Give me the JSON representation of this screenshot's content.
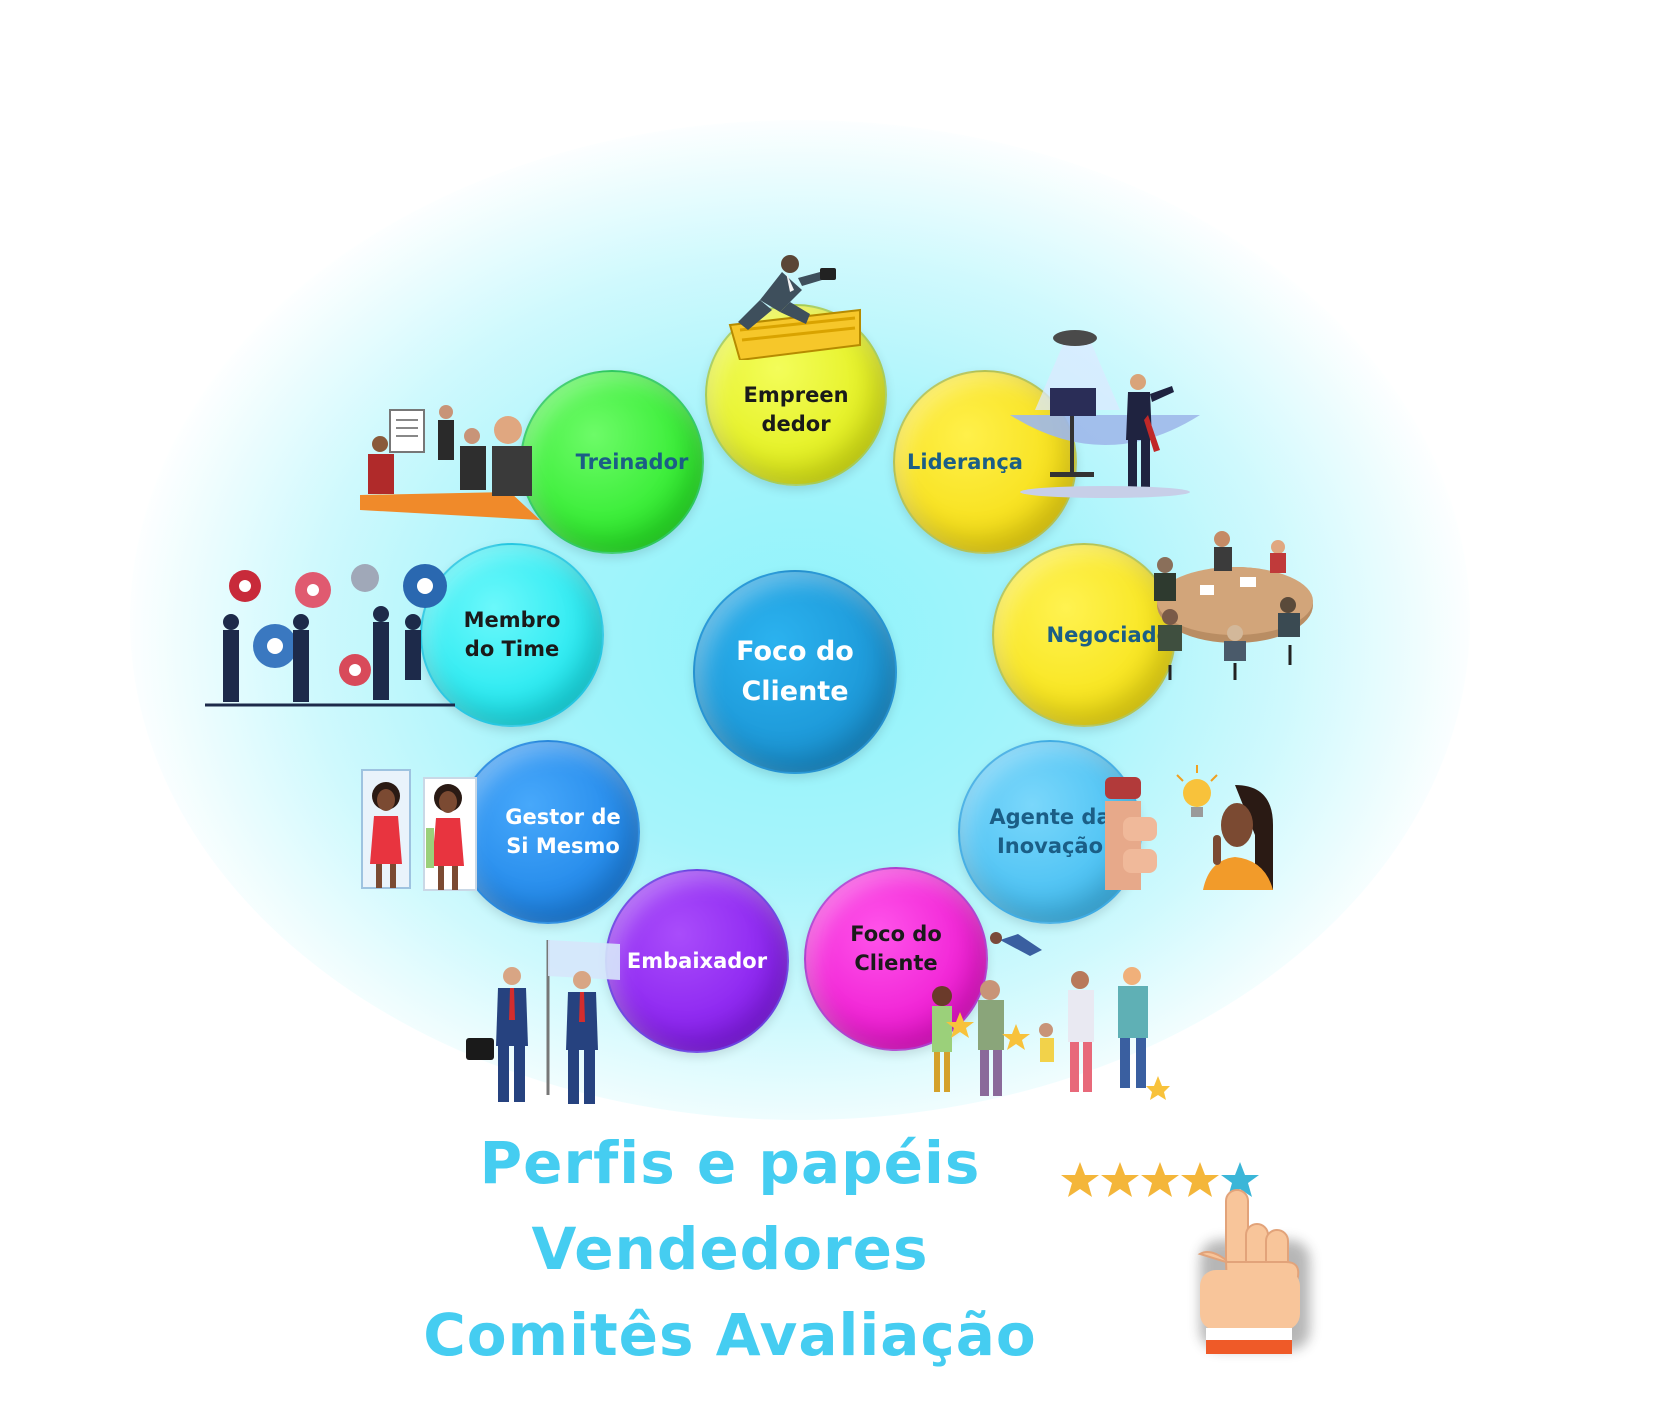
{
  "center": {
    "label": "Foco do\nCliente",
    "color": "#1a9ad9"
  },
  "nodes": [
    {
      "label": "Empreen\ndedor",
      "color": "#e8f407",
      "text_color": "#1a1a1a",
      "icon": "hurdle-jumper-icon"
    },
    {
      "label": "Liderança",
      "color": "#f8e100",
      "text_color": "#1b5e86",
      "icon": "speaker-podium-icon"
    },
    {
      "label": "Negociador",
      "color": "#f8e600",
      "text_color": "#1b5e86",
      "icon": "round-table-meeting-icon"
    },
    {
      "label": "Agente da\nInovação",
      "color": "#3fc0f4",
      "text_color": "#1b5e86",
      "icon": "idea-thumbs-up-icon"
    },
    {
      "label": "Foco do\nCliente",
      "color": "#f606d6",
      "text_color": "#1a1a1a",
      "icon": "customers-stars-icon"
    },
    {
      "label": "Embaixador",
      "color": "#8c17f6",
      "text_color": "#ffffff",
      "icon": "businessmen-flag-icon"
    },
    {
      "label": "Gestor de\nSi Mesmo",
      "color": "#1c8af2",
      "text_color": "#ffffff",
      "icon": "mirror-woman-icon"
    },
    {
      "label": "Membro\ndo Time",
      "color": "#0ef2f7",
      "text_color": "#1a1a1a",
      "icon": "team-gears-icon"
    },
    {
      "label": "Treinador",
      "color": "#1ff420",
      "text_color": "#1b5e86",
      "icon": "training-presentation-icon"
    }
  ],
  "titles": [
    "Perfis e papéis",
    "Vendedores",
    "Comitês Avaliação"
  ],
  "rating": {
    "stars": 5,
    "icon": "hand-pointer-rating-icon",
    "star_color": "#f4b63a",
    "selected_star_color": "#3bb6d8"
  }
}
